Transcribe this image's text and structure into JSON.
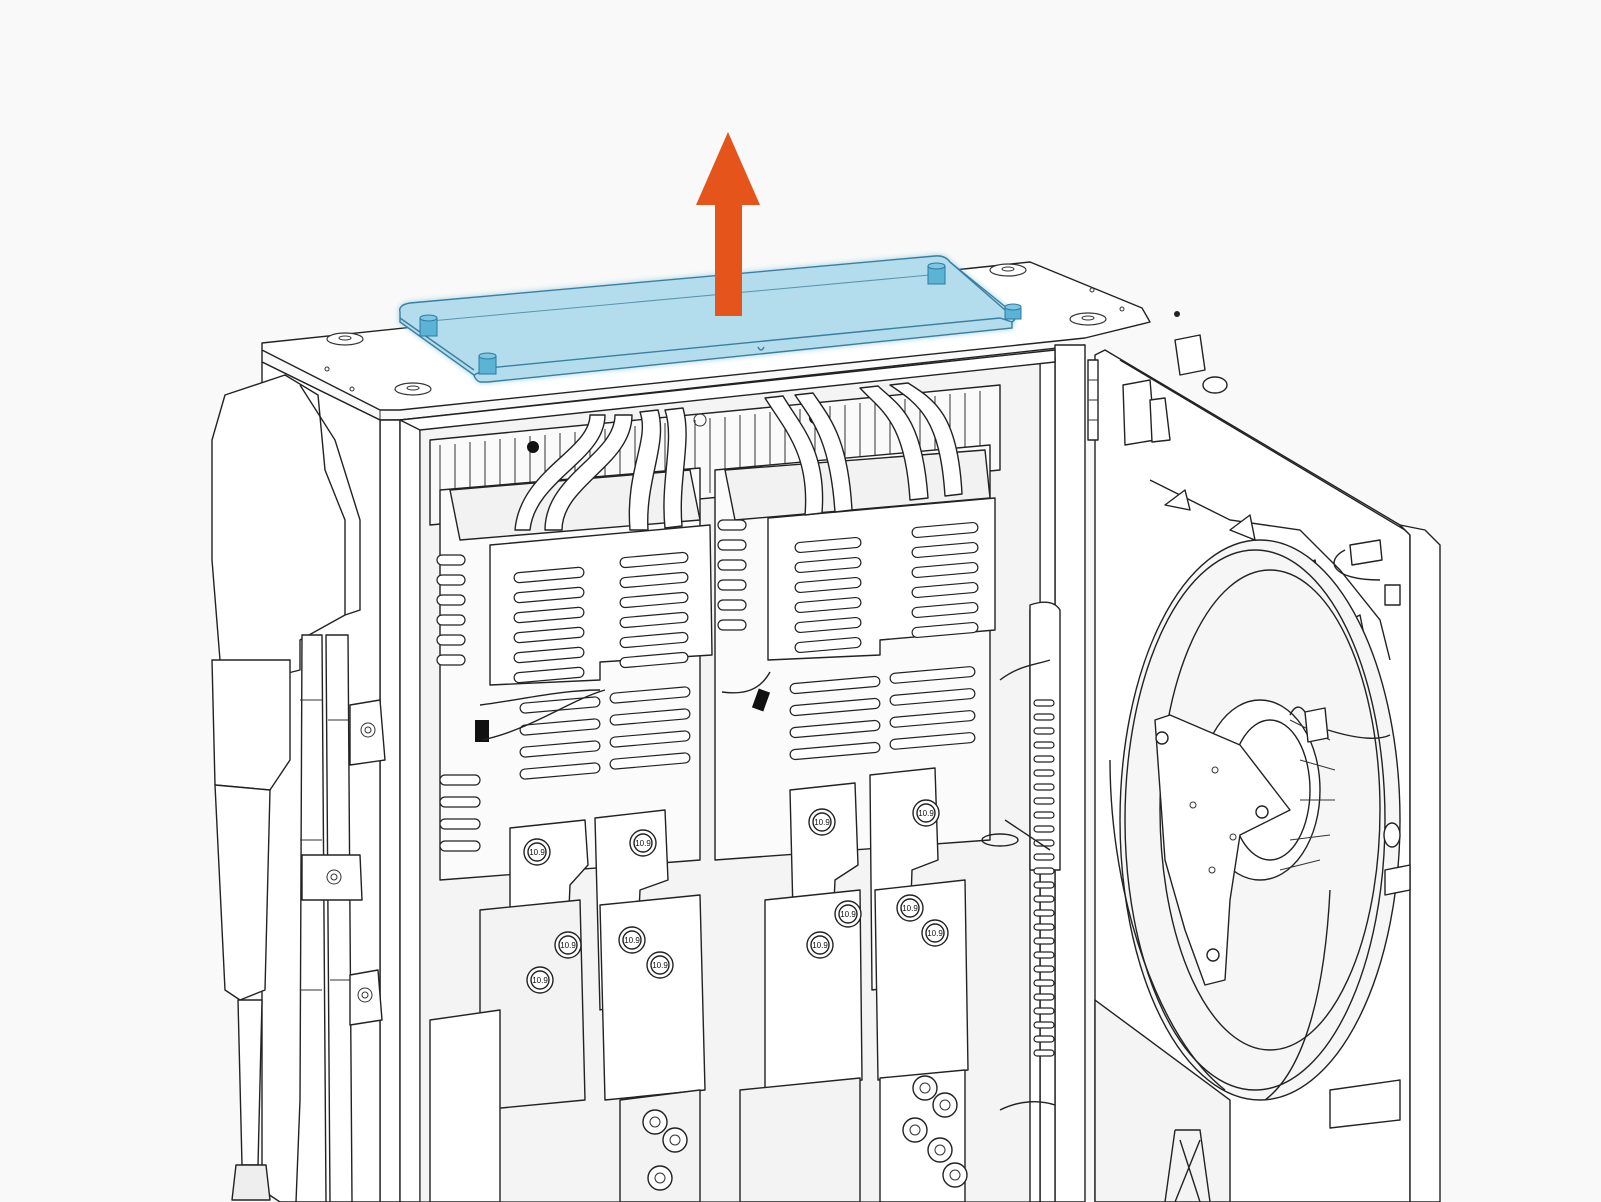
{
  "figure": {
    "background": "#f9f9f9",
    "subject": "Power unit cabinet with top cover plate being removed",
    "action_arrow": {
      "direction": "up",
      "color": "#e5541a",
      "meaning": "lift-off"
    },
    "highlighted_part": {
      "name": "top-cover-plate",
      "fill": "#b3dcec",
      "edge": "#3a7fa0",
      "standoffs": 4,
      "standoff_color": "#5bb4d6"
    },
    "bolt_marking": "10.9",
    "bolt_labels": [
      "10.9",
      "10.9",
      "10.9",
      "10.9",
      "10.9",
      "10.9",
      "10.9",
      "10.9",
      "10.9",
      "10.9",
      "10.9",
      "10.9",
      "10.9",
      "10.9"
    ],
    "components": [
      "cabinet-frame",
      "top-plate",
      "power-module-left",
      "power-module-right",
      "heatsink-fins",
      "busbar-cables",
      "side-cable-boot",
      "side-cables",
      "fan-door",
      "fan-assembly",
      "fan-bracket",
      "vertical-resistor",
      "lower-busbar-nuts"
    ]
  }
}
